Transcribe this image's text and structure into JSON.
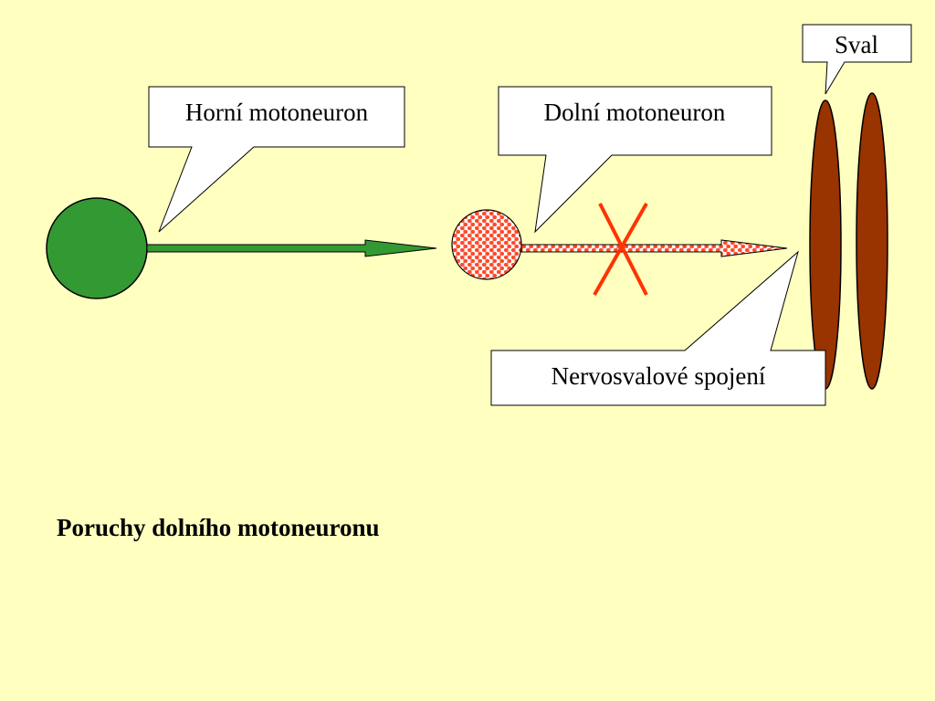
{
  "labels": {
    "upper_motoneuron": "Horní motoneuron",
    "lower_motoneuron": "Dolní motoneuron",
    "muscle": "Sval",
    "neuromuscular_junction": "Nervosvalové spojení"
  },
  "caption": "Poruchy dolního motoneuronu",
  "colors": {
    "background": "#ffffc0",
    "upper_neuron": "#339933",
    "lower_neuron_pattern": "#ff4a2a",
    "muscle": "#993300",
    "cross": "#ff3300",
    "callout_fill": "#ffffff",
    "outline": "#000000"
  }
}
